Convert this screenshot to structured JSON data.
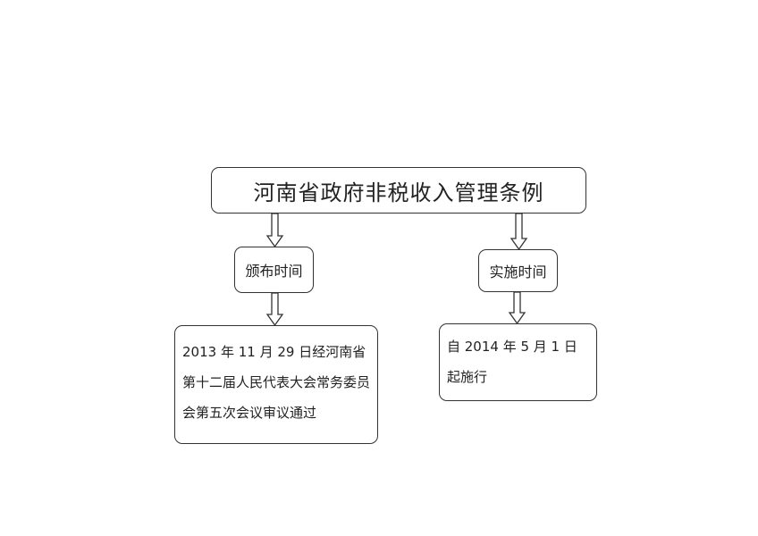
{
  "title": "河南省政府非税收入管理条例",
  "left": {
    "label": "颁布时间",
    "content": "2013 年 11 月 29 日经河南省第十二届人民代表大会常务委员会第五次会议审议通过"
  },
  "right": {
    "label": "实施时间",
    "content": "自 2014 年 5 月 1 日起施行"
  }
}
